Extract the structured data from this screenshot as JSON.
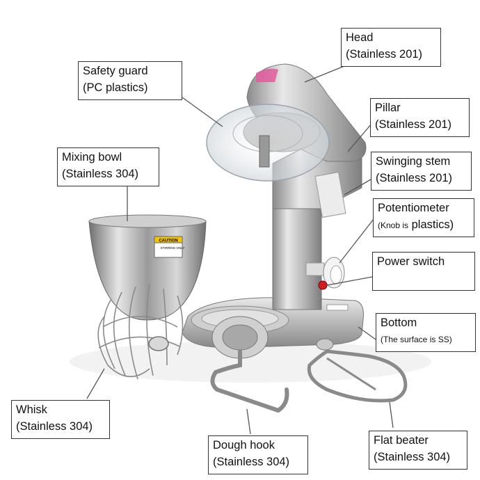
{
  "labels": {
    "head": {
      "name": "Head",
      "material": "(Stainless 201)"
    },
    "safety_guard": {
      "name": "Safety guard",
      "material": "(PC plastics)"
    },
    "pillar": {
      "name": "Pillar",
      "material": "(Stainless 201)"
    },
    "mixing_bowl": {
      "name": "Mixing bowl",
      "material": "(Stainless 304)"
    },
    "swinging_stem": {
      "name": "Swinging stem",
      "material": "(Stainless 201)"
    },
    "potentiometer": {
      "name": "Potentiometer",
      "material_prefix": "(Knob is",
      "material_suffix": "plastics)"
    },
    "power_switch": {
      "name": "Power switch"
    },
    "bottom": {
      "name": "Bottom",
      "material": "(The surface is SS)"
    },
    "whisk": {
      "name": "Whisk",
      "material": "(Stainless 304)"
    },
    "dough_hook": {
      "name": "Dough hook",
      "material": "(Stainless 304)"
    },
    "flat_beater": {
      "name": "Flat beater",
      "material": "(Stainless 304)"
    }
  },
  "machine_decals": {
    "caution": "CAUTION",
    "caution_sub": "STIRRING ONLY"
  },
  "colors": {
    "steel_light": "#e4e4e4",
    "steel_mid": "#b5b5b5",
    "steel_dark": "#7b7b7b",
    "outline": "#333333",
    "caution_yellow": "#f2c500",
    "switch_red": "#d21e1e"
  }
}
